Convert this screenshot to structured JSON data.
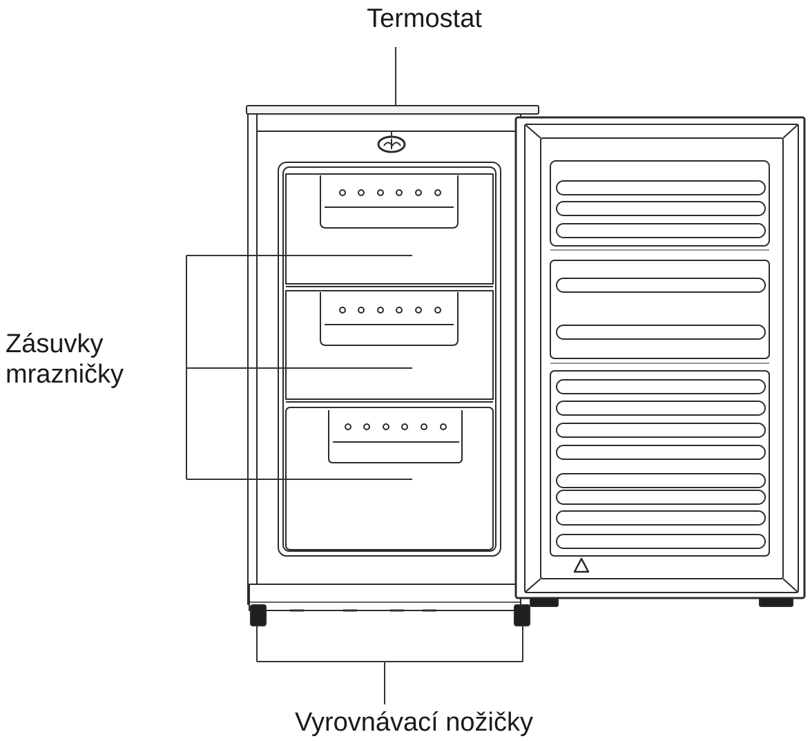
{
  "labels": {
    "thermostat": "Termostat",
    "drawers_line1": "Zásuvky",
    "drawers_line2": "mrazničky",
    "leveling_feet": "Vyrovnávací nožičky"
  },
  "colors": {
    "stroke": "#2b2b2b",
    "line": "#333333",
    "panel": "#ffffff",
    "shade": "#f2f2f2",
    "feet": "#1f1f1f"
  },
  "icons": {
    "thermostat_knob": "thermostat-knob-icon",
    "recycle": "recycle-icon"
  }
}
